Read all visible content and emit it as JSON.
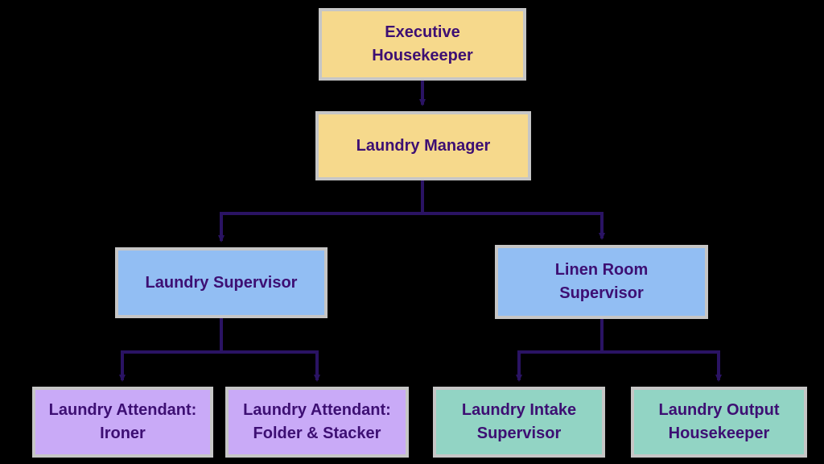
{
  "diagram": {
    "type": "org-chart",
    "background_color": "#000000",
    "connector_color": "#2A1363",
    "box_border_color": "#C6C6C6",
    "text_color": "#3D0F73",
    "nodes": {
      "executive_housekeeper": {
        "label": "Executive\nHousekeeper",
        "fill": "#F6D98C"
      },
      "laundry_manager": {
        "label": "Laundry Manager",
        "fill": "#F6D98C"
      },
      "laundry_supervisor": {
        "label": "Laundry Supervisor",
        "fill": "#92BEF3"
      },
      "linen_room_supervisor": {
        "label": "Linen Room\nSupervisor",
        "fill": "#92BEF3"
      },
      "laundry_attendant_ironer": {
        "label": "Laundry Attendant:\nIroner",
        "fill": "#C9AAF7"
      },
      "laundry_attendant_folder_stacker": {
        "label": "Laundry Attendant:\nFolder & Stacker",
        "fill": "#C9AAF7"
      },
      "laundry_intake_supervisor": {
        "label": "Laundry Intake\nSupervisor",
        "fill": "#92D4C4"
      },
      "laundry_output_housekeeper": {
        "label": "Laundry Output\nHousekeeper",
        "fill": "#92D4C4"
      }
    },
    "edges": [
      {
        "from": "executive_housekeeper",
        "to": "laundry_manager"
      },
      {
        "from": "laundry_manager",
        "to": "laundry_supervisor"
      },
      {
        "from": "laundry_manager",
        "to": "linen_room_supervisor"
      },
      {
        "from": "laundry_supervisor",
        "to": "laundry_attendant_ironer"
      },
      {
        "from": "laundry_supervisor",
        "to": "laundry_attendant_folder_stacker"
      },
      {
        "from": "linen_room_supervisor",
        "to": "laundry_intake_supervisor"
      },
      {
        "from": "linen_room_supervisor",
        "to": "laundry_output_housekeeper"
      }
    ]
  }
}
